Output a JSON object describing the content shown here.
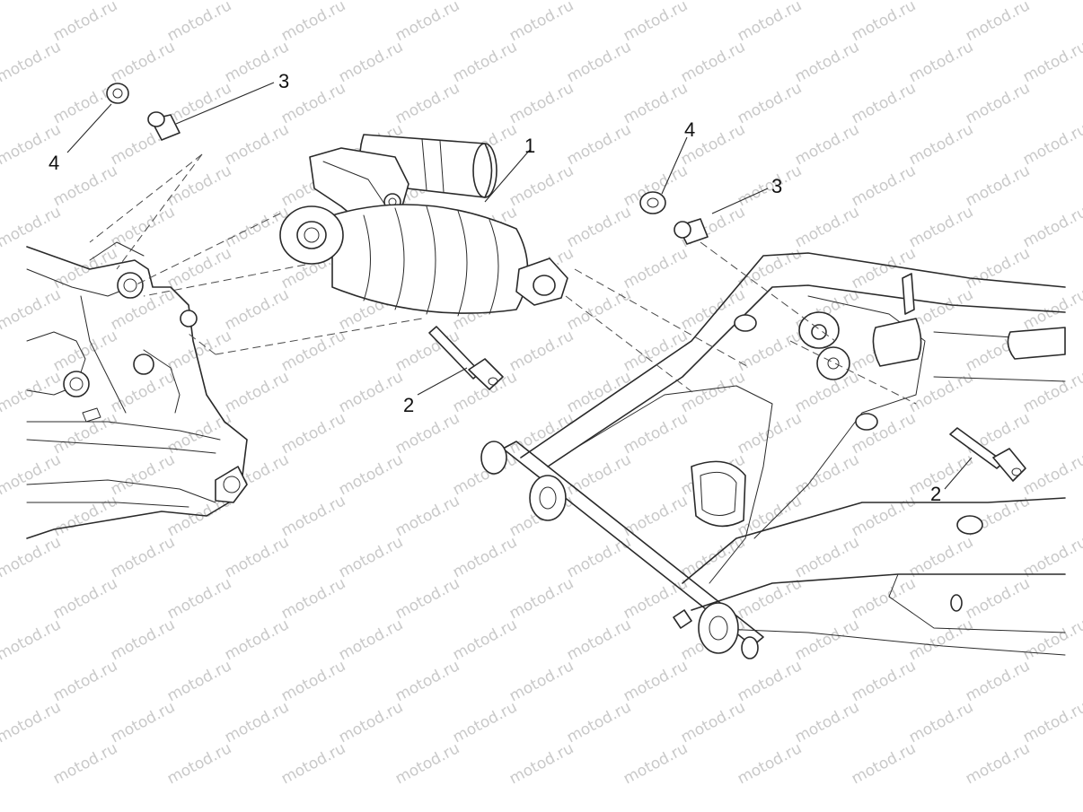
{
  "watermark": {
    "text": "motod.ru",
    "color": "#c9c9c9"
  },
  "callouts": [
    {
      "id": "shock-absorber",
      "label": "1"
    },
    {
      "id": "bolt-left",
      "label": "2"
    },
    {
      "id": "bolt-right",
      "label": "2"
    },
    {
      "id": "bushing-left",
      "label": "3"
    },
    {
      "id": "bushing-right",
      "label": "3"
    },
    {
      "id": "washer-left",
      "label": "4"
    },
    {
      "id": "washer-right",
      "label": "4"
    }
  ],
  "colors": {
    "line": "#2a2a2a",
    "background": "#ffffff"
  }
}
